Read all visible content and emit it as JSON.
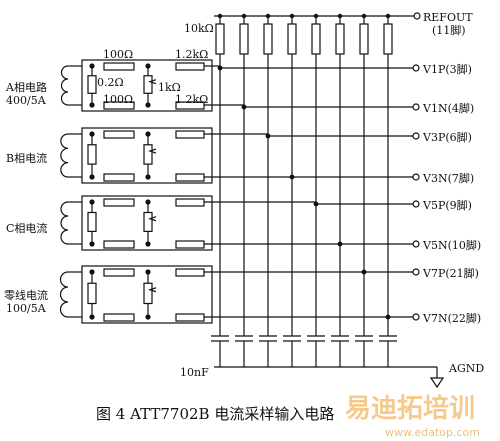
{
  "labels": {
    "phase_a_line1": "A相电路",
    "phase_a_line2": "400/5A",
    "phase_b": "B相电流",
    "phase_c": "C相电流",
    "neutral_line1": "零线电流",
    "neutral_line2": "100/5A",
    "r_100_top": "100Ω",
    "r_100_bottom": "100Ω",
    "r_02": "0.2Ω",
    "r_1k": "1kΩ",
    "r_12k_top": "1.2kΩ",
    "r_12k_bottom": "1.2kΩ",
    "r_10k": "10kΩ",
    "cap_10nf": "10nF",
    "agnd": "AGND"
  },
  "pins": [
    {
      "name": "REFOUT",
      "pin": "(11脚)"
    },
    {
      "name": "V1P(3脚)"
    },
    {
      "name": "V1N(4脚)"
    },
    {
      "name": "V3P(6脚)"
    },
    {
      "name": "V3N(7脚)"
    },
    {
      "name": "V5P(9脚)"
    },
    {
      "name": "V5N(10脚)"
    },
    {
      "name": "V7P(21脚)"
    },
    {
      "name": "V7N(22脚)"
    }
  ],
  "caption": "图 4    ATT7702B 电流采样输入电路",
  "watermark": {
    "text": "易迪拓培训",
    "url": "www.edatop.com"
  },
  "colors": {
    "ink": "#111111",
    "watermark": "#f0a030"
  }
}
